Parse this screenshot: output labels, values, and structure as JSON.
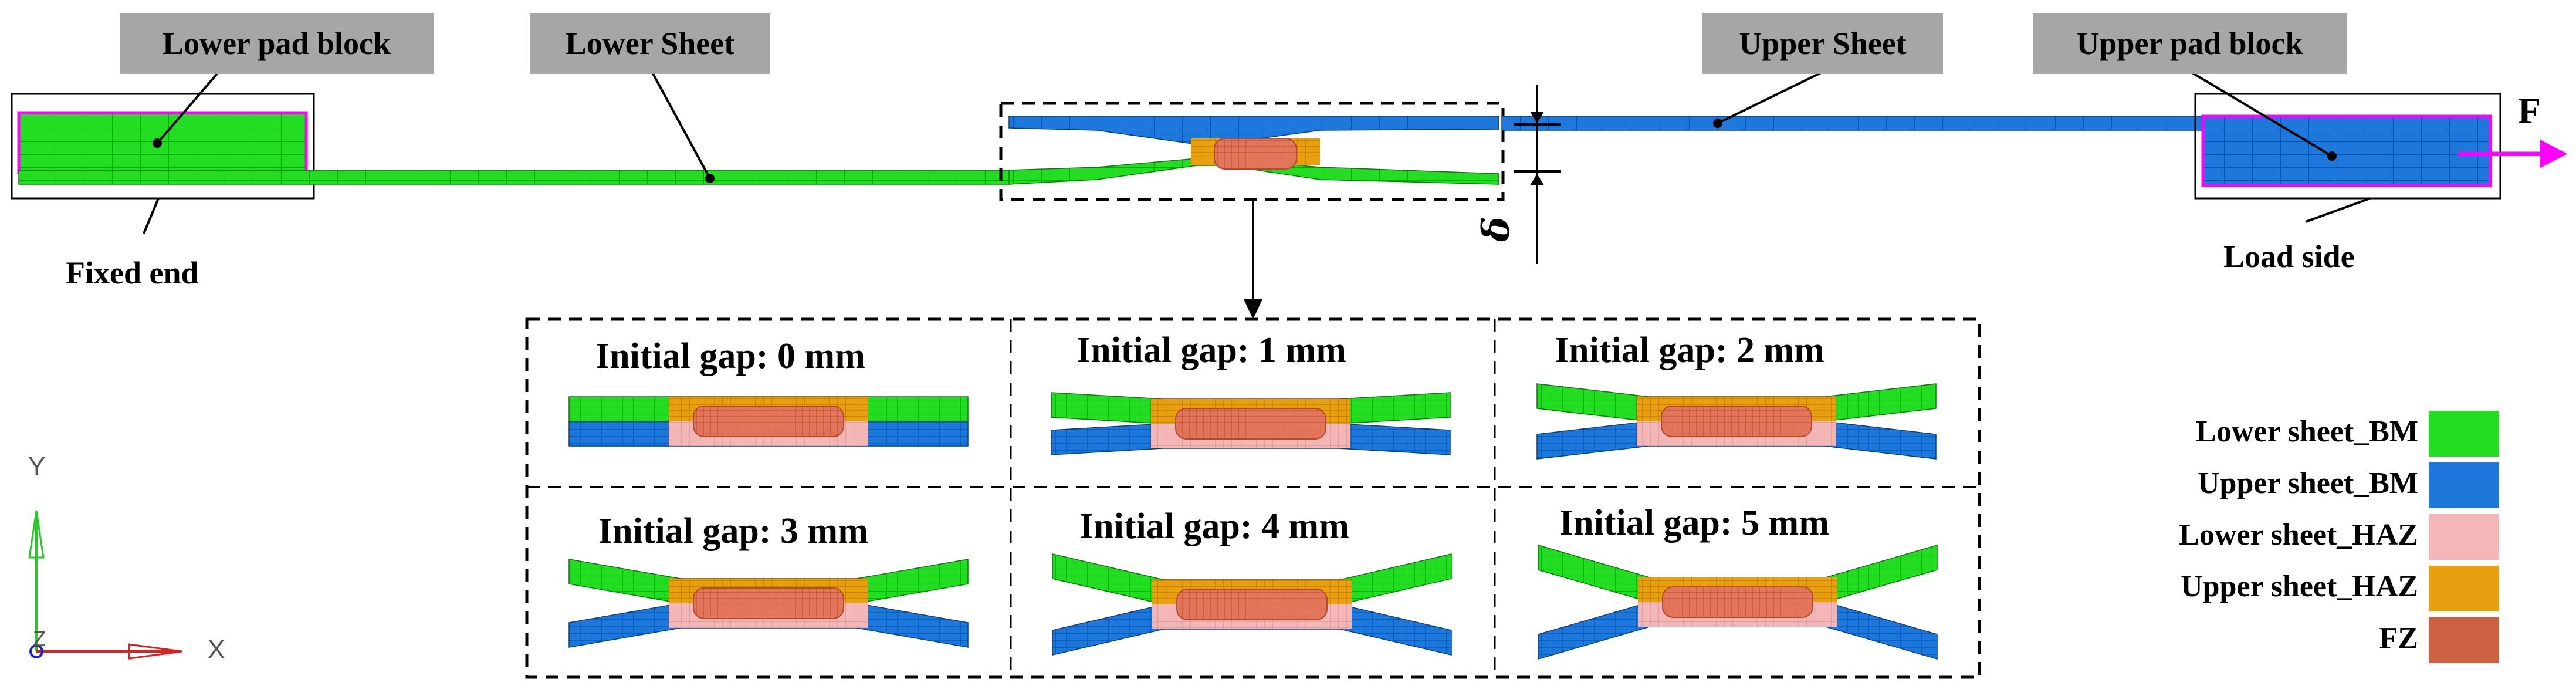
{
  "labels": {
    "lower_pad": "Lower pad block",
    "lower_sheet": "Lower Sheet",
    "upper_sheet": "Upper Sheet",
    "upper_pad": "Upper pad block",
    "fixed_end": "Fixed end",
    "load_side": "Load side",
    "force": "F",
    "delta": "δ"
  },
  "panels": [
    {
      "title": "Initial gap: 0 mm",
      "gap": 0
    },
    {
      "title": "Initial gap: 1 mm",
      "gap": 1
    },
    {
      "title": "Initial gap: 2 mm",
      "gap": 2
    },
    {
      "title": "Initial gap: 3 mm",
      "gap": 3
    },
    {
      "title": "Initial gap: 4 mm",
      "gap": 4
    },
    {
      "title": "Initial gap: 5 mm",
      "gap": 5
    }
  ],
  "legend": [
    {
      "label": "Lower sheet_BM",
      "color": "#22dd22"
    },
    {
      "label": "Upper sheet_BM",
      "color": "#1e78dc"
    },
    {
      "label": "Lower sheet_HAZ",
      "color": "#f4b6b6"
    },
    {
      "label": "Upper sheet_HAZ",
      "color": "#e8a010"
    },
    {
      "label": "FZ",
      "color": "#cc6040"
    }
  ],
  "axes": {
    "y": "Y",
    "x": "X",
    "z": "Z"
  },
  "colors": {
    "lower_bm": "#22dd22",
    "upper_bm": "#1e78dc",
    "lower_haz": "#f4b6b6",
    "upper_haz": "#e8a010",
    "fz": "#cc6040",
    "pad_outline": "#ff00ff",
    "force_arrow": "#ff00ff",
    "callout_fill": "#a6a6a6"
  }
}
